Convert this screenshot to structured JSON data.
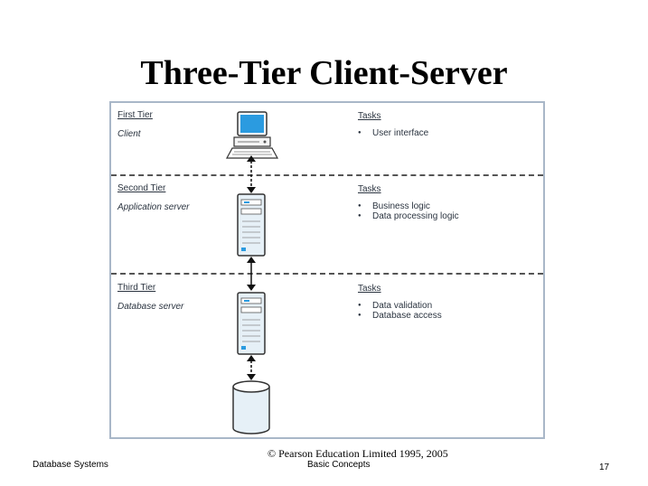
{
  "slide": {
    "title": "Three-Tier Client-Server"
  },
  "tiers": [
    {
      "label": "First Tier",
      "role": "Client",
      "tasks_heading": "Tasks",
      "tasks": [
        "User interface"
      ]
    },
    {
      "label": "Second Tier",
      "role": "Application server",
      "tasks_heading": "Tasks",
      "tasks": [
        "Business logic",
        "Data processing logic"
      ]
    },
    {
      "label": "Third Tier",
      "role": "Database server",
      "tasks_heading": "Tasks",
      "tasks": [
        "Data validation",
        "Database access"
      ]
    }
  ],
  "footer": {
    "left": "Database Systems",
    "copyright": "© Pearson Education Limited 1995, 2005",
    "center": "Basic Concepts",
    "page_number": "17"
  },
  "colors": {
    "frame_border": "#a9b7c8",
    "screen": "#2b9be0",
    "server_face": "#e6f0f7"
  }
}
